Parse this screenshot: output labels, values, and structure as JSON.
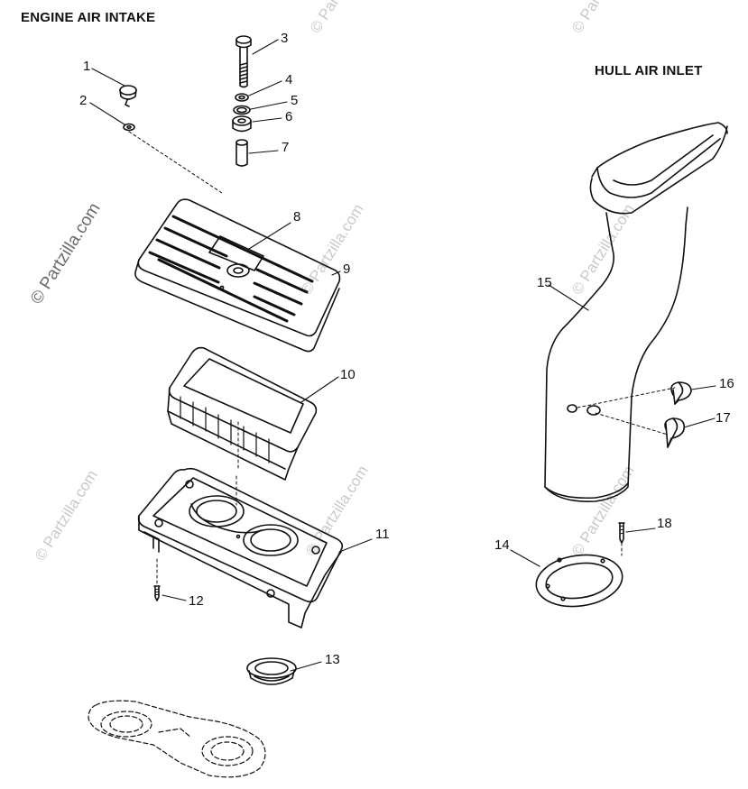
{
  "headings": {
    "engine": "ENGINE AIR INTAKE",
    "hull": "HULL AIR INLET"
  },
  "callouts": [
    "1",
    "2",
    "3",
    "4",
    "5",
    "6",
    "7",
    "8",
    "9",
    "10",
    "11",
    "12",
    "13",
    "14",
    "15",
    "16",
    "17",
    "18"
  ],
  "watermark": "© Partzilla.com",
  "colors": {
    "line": "#111111",
    "watermark": "#c9c9c9",
    "background": "#ffffff"
  }
}
